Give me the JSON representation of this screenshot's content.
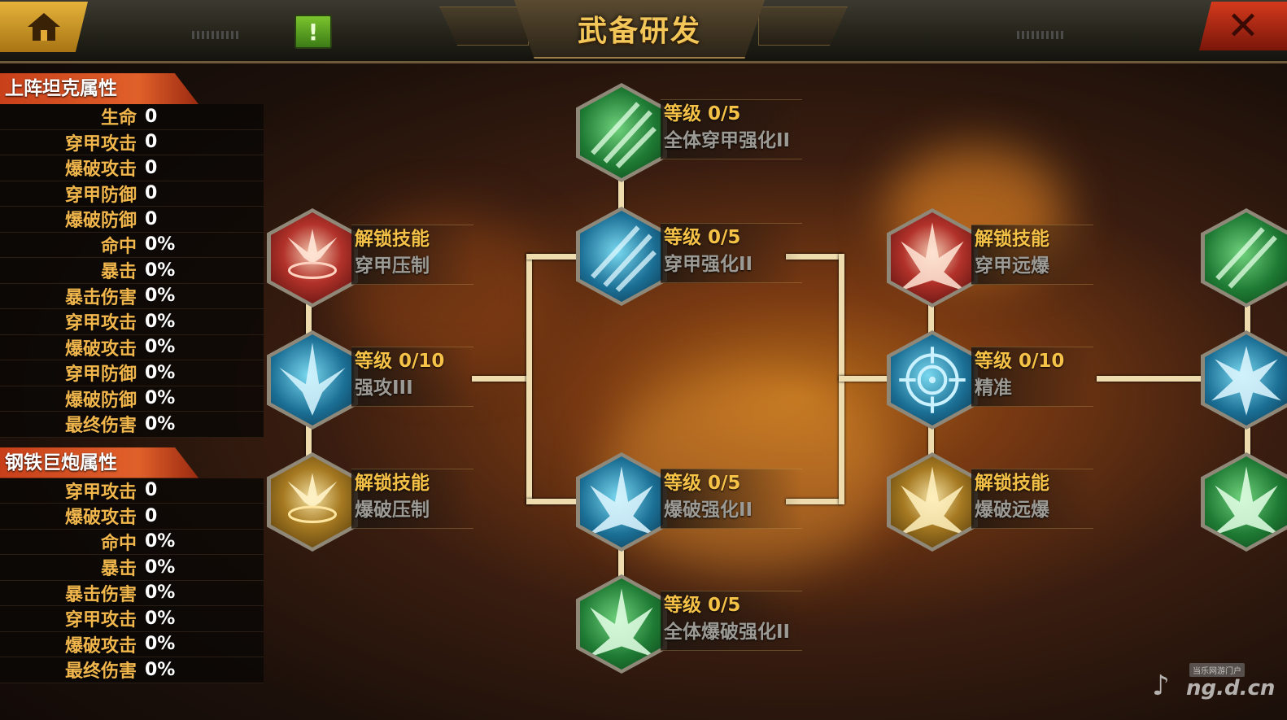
{
  "header": {
    "title": "武备研发",
    "home_icon": "home-icon",
    "alert_icon": "exclamation-icon",
    "alert_glyph": "!",
    "close_glyph": "✕"
  },
  "left_panel": {
    "section1": {
      "title": "上阵坦克属性",
      "stats": [
        {
          "label": "生命",
          "value": "0"
        },
        {
          "label": "穿甲攻击",
          "value": "0"
        },
        {
          "label": "爆破攻击",
          "value": "0"
        },
        {
          "label": "穿甲防御",
          "value": "0"
        },
        {
          "label": "爆破防御",
          "value": "0"
        },
        {
          "label": "命中",
          "value": "0%"
        },
        {
          "label": "暴击",
          "value": "0%"
        },
        {
          "label": "暴击伤害",
          "value": "0%"
        },
        {
          "label": "穿甲攻击",
          "value": "0%"
        },
        {
          "label": "爆破攻击",
          "value": "0%"
        },
        {
          "label": "穿甲防御",
          "value": "0%"
        },
        {
          "label": "爆破防御",
          "value": "0%"
        },
        {
          "label": "最终伤害",
          "value": "0%"
        }
      ]
    },
    "section2": {
      "title": "钢铁巨炮属性",
      "stats": [
        {
          "label": "穿甲攻击",
          "value": "0"
        },
        {
          "label": "爆破攻击",
          "value": "0"
        },
        {
          "label": "命中",
          "value": "0%"
        },
        {
          "label": "暴击",
          "value": "0%"
        },
        {
          "label": "暴击伤害",
          "value": "0%"
        },
        {
          "label": "穿甲攻击",
          "value": "0%"
        },
        {
          "label": "爆破攻击",
          "value": "0%"
        },
        {
          "label": "最终伤害",
          "value": "0%"
        }
      ]
    }
  },
  "tree": {
    "col1": {
      "top": {
        "line1": "解锁技能",
        "line2": "穿甲压制",
        "icon": "red-burst-icon"
      },
      "middle": {
        "line1": "等级 0/10",
        "line2": "强攻III",
        "icon": "blue-burst-icon"
      },
      "bottom": {
        "line1": "解锁技能",
        "line2": "爆破压制",
        "icon": "gold-burst-icon"
      }
    },
    "col2": {
      "n1": {
        "line1": "等级 0/5",
        "line2": "全体穿甲强化II",
        "icon": "green-shield-icon"
      },
      "n2": {
        "line1": "等级 0/5",
        "line2": "穿甲强化II",
        "icon": "blue-shield-icon"
      },
      "n3": {
        "line1": "等级 0/5",
        "line2": "爆破强化II",
        "icon": "blue-explosion-icon"
      },
      "n4": {
        "line1": "等级 0/5",
        "line2": "全体爆破强化II",
        "icon": "green-explosion-icon"
      }
    },
    "col3": {
      "top": {
        "line1": "解锁技能",
        "line2": "穿甲远爆",
        "icon": "red-explosion-icon"
      },
      "middle": {
        "line1": "等级 0/10",
        "line2": "精准",
        "icon": "crosshair-icon"
      },
      "bottom": {
        "line1": "解锁技能",
        "line2": "爆破远爆",
        "icon": "gold-explosion-icon"
      }
    },
    "col4_icons": [
      "green-shield-icon",
      "blue-star-burst-icon",
      "green-explosion-icon"
    ]
  },
  "watermark": {
    "tag": "当乐网游门户",
    "site": "ng.d.cn"
  }
}
